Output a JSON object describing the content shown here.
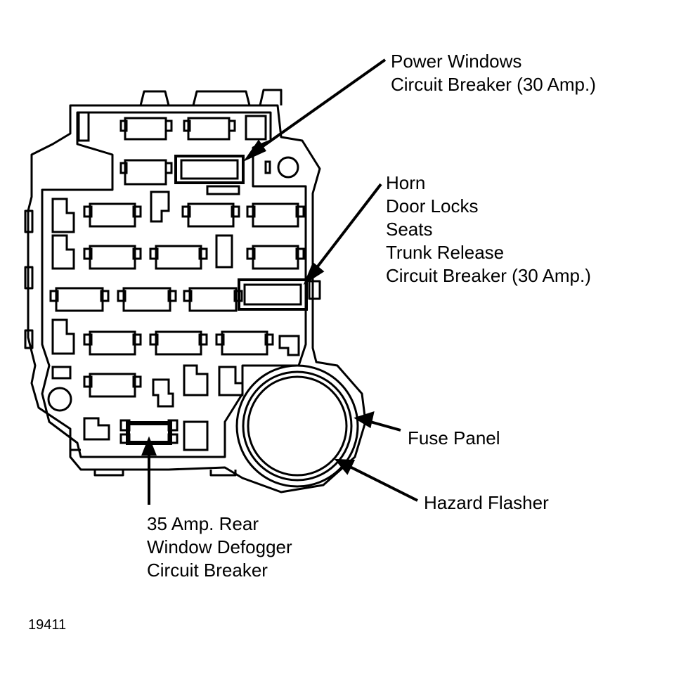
{
  "labels": {
    "power_windows": {
      "lines": [
        "Power Windows",
        "Circuit Breaker (30 Amp.)"
      ]
    },
    "horn_group": {
      "lines": [
        "Horn",
        "Door Locks",
        "Seats",
        "Trunk Release",
        "Circuit Breaker (30 Amp.)"
      ]
    },
    "fuse_panel": {
      "lines": [
        "Fuse Panel"
      ]
    },
    "hazard_flasher": {
      "lines": [
        "Hazard Flasher"
      ]
    },
    "rear_defogger": {
      "lines": [
        "35 Amp. Rear",
        "Window Defogger",
        "Circuit Breaker"
      ]
    },
    "figure_number": "19411"
  },
  "colors": {
    "ink": "#000000",
    "paper": "#ffffff"
  }
}
